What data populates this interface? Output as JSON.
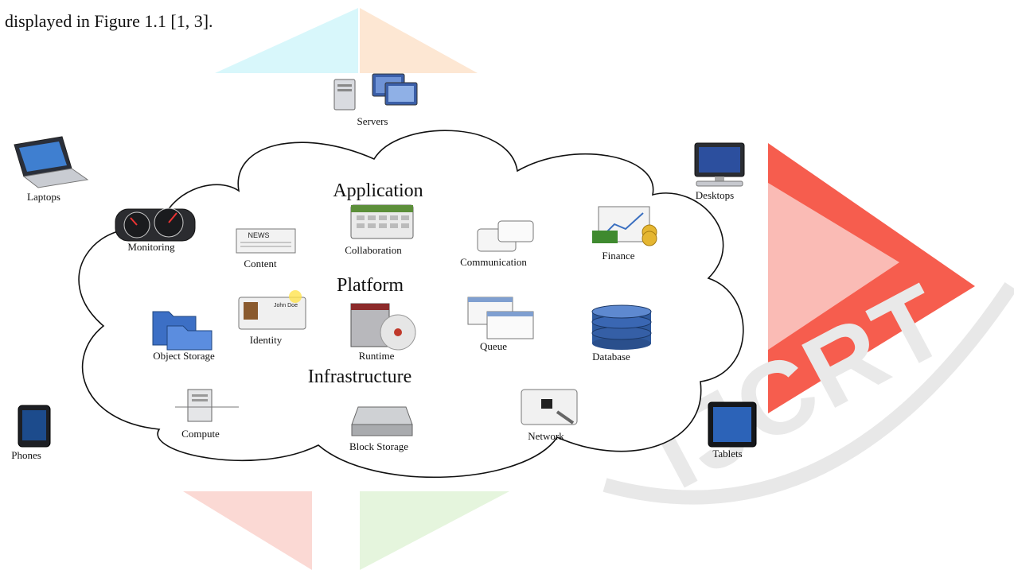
{
  "intro_text": "displayed in Figure 1.1 [1, 3].",
  "watermark": {
    "text": "IJCRT",
    "colors": {
      "cyan": "#d8f7fb",
      "orange": "#fde7d3",
      "red": "#f5412f",
      "pink": "#fbd3d0",
      "green": "#e5f5dd",
      "gray": "#e8e8e8"
    }
  },
  "diagram": {
    "layers": {
      "application": "Application",
      "platform": "Platform",
      "infrastructure": "Infrastructure"
    },
    "clients": {
      "servers": "Servers",
      "laptops": "Laptops",
      "desktops": "Desktops",
      "phones": "Phones",
      "tablets": "Tablets"
    },
    "application_items": {
      "monitoring": "Monitoring",
      "content": "Content",
      "collaboration": "Collaboration",
      "communication": "Communication",
      "finance": "Finance"
    },
    "platform_items": {
      "object_storage": "Object Storage",
      "identity": "Identity",
      "identity_card_name": "John Doe",
      "runtime": "Runtime",
      "queue": "Queue",
      "database": "Database"
    },
    "infrastructure_items": {
      "compute": "Compute",
      "block_storage": "Block Storage",
      "network": "Network"
    },
    "content_icon_text": "NEWS"
  }
}
